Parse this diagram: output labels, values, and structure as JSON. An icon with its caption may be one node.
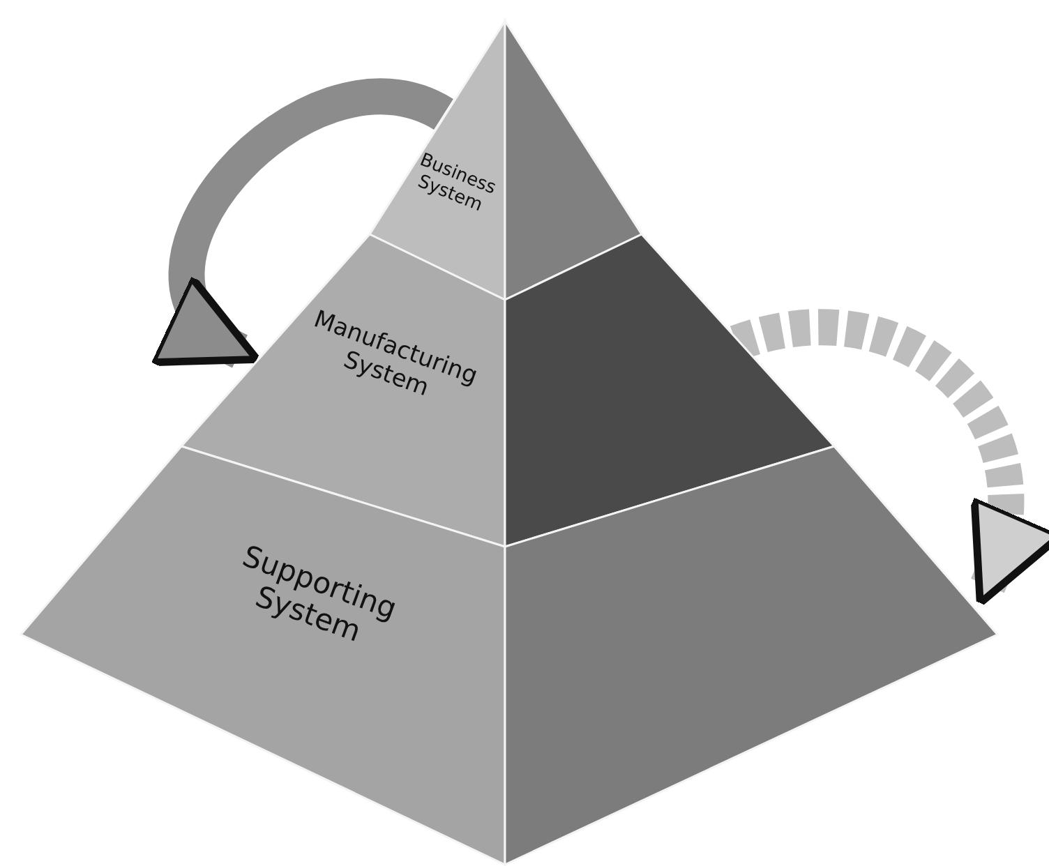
{
  "diagram": {
    "nodes": [
      {
        "text": [
          "Business System"
        ]
      },
      {
        "text": [
          "Manufacturing System"
        ]
      },
      {
        "text": [
          "Supporting System"
        ]
      }
    ],
    "edges": [
      {
        "from": 0,
        "to": 1,
        "arrow": "to"
      },
      {
        "from": 1,
        "to": 2,
        "arrow": "to",
        "style": "dashed"
      }
    ]
  }
}
